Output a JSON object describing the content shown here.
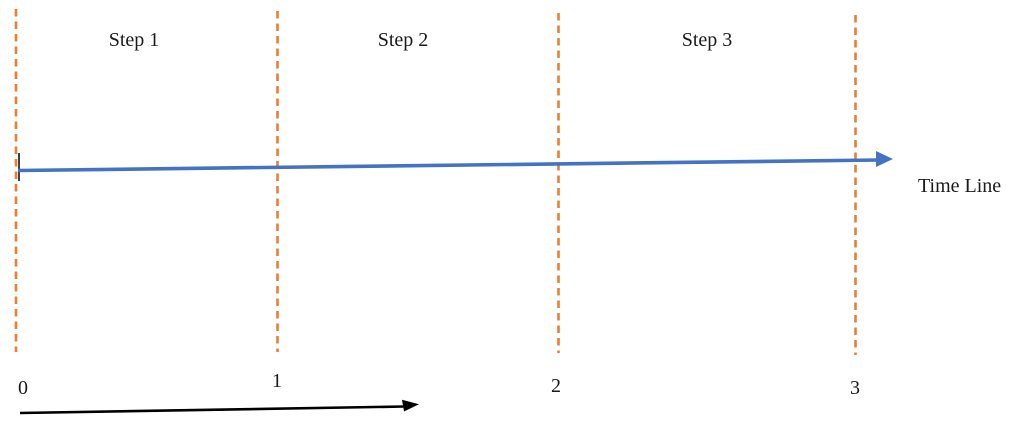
{
  "diagram": {
    "steps": [
      {
        "label": "Step 1"
      },
      {
        "label": "Step 2"
      },
      {
        "label": "Step 3"
      }
    ],
    "ticks": [
      {
        "value": "0"
      },
      {
        "value": "1"
      },
      {
        "value": "2"
      },
      {
        "value": "3"
      }
    ],
    "timeline_label": "Time Line",
    "colors": {
      "boundary_dashed": "#ED7D31",
      "timeline_arrow": "#4472C4",
      "duration_arrow": "#000000",
      "origin_tick": "#404040"
    }
  }
}
